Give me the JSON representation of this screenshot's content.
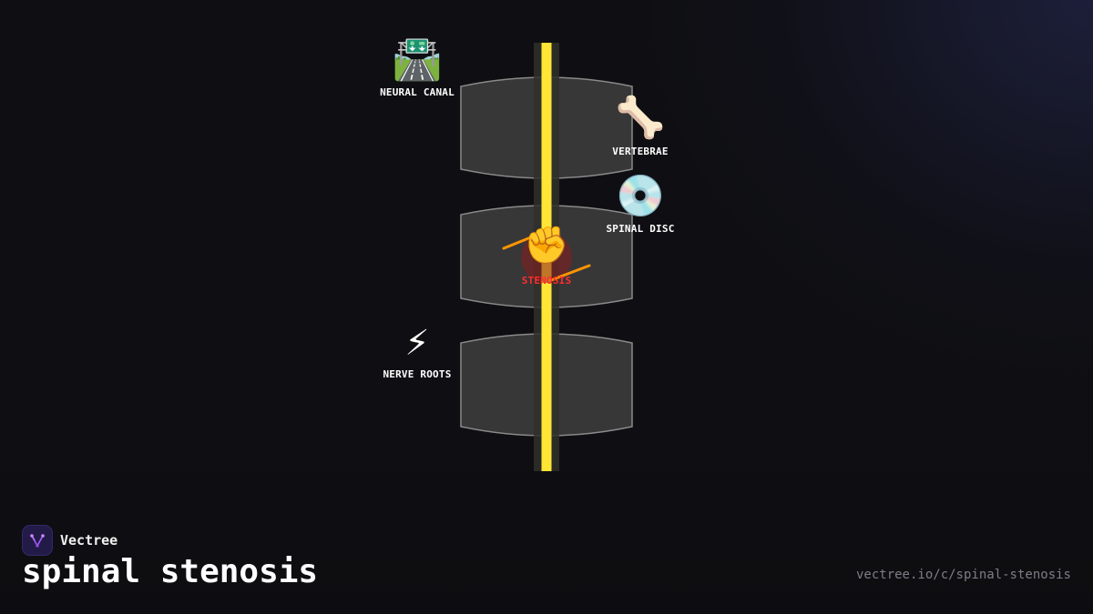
{
  "diagram": {
    "labels": {
      "neural_canal": "NEURAL CANAL",
      "vertebrae": "VERTEBRAE",
      "spinal_disc": "SPINAL DISC",
      "stenosis": "STENOSIS",
      "nerve_roots": "NERVE ROOTS"
    },
    "icons": {
      "neural_canal": "🛣️",
      "vertebrae": "🦴",
      "spinal_disc": "💿",
      "stenosis": "✊",
      "nerve_roots": "⚡"
    },
    "colors": {
      "spinal_cord": "#ffe534",
      "canal": "#2f2f2a",
      "vertebra_fill": "#3a3a3a",
      "vertebra_stroke": "#8a8a8a",
      "compression": "#ff9500",
      "stenosis_glow": "#8b1d1d",
      "stenosis_text": "#ff2d2d"
    }
  },
  "brand": {
    "name": "Vectree"
  },
  "title": "spinal stenosis",
  "url": "vectree.io/c/spinal-stenosis"
}
